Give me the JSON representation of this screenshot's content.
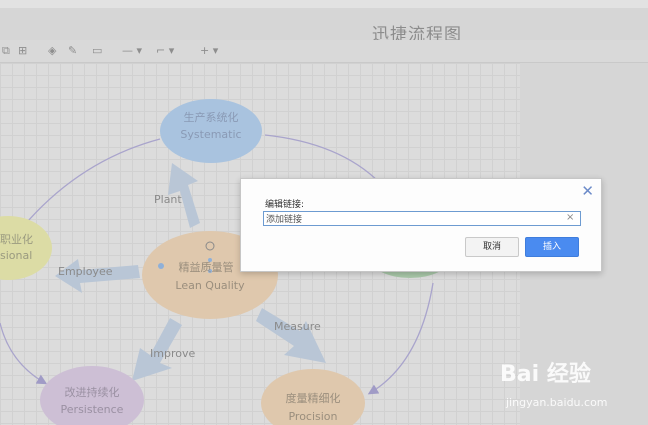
{
  "app": {
    "title": "迅捷流程图"
  },
  "diagram": {
    "nodes": [
      {
        "id": "systematic",
        "cn": "生产系统化",
        "en": "Systematic",
        "color": "#a9c3df"
      },
      {
        "id": "professional",
        "cn": "职业化",
        "en": "sional",
        "color": "#dcdca5"
      },
      {
        "id": "lean",
        "cn": "精益质量管",
        "en": "Lean Quality",
        "color": "#dfc8ad"
      },
      {
        "id": "persistence",
        "cn": "改进持续化",
        "en": "Persistence",
        "color": "#cdbfd5"
      },
      {
        "id": "precision",
        "cn": "度量精细化",
        "en": "Procision",
        "color": "#dfc8ad"
      }
    ],
    "arrows": {
      "plant": "Plant",
      "employee": "Employee",
      "measure": "Measure",
      "improve": "Improve"
    }
  },
  "dialog": {
    "label": "编辑链接:",
    "input_value": "添加链接",
    "clear_icon": "×",
    "close_icon": "✕",
    "cancel_label": "取消",
    "insert_label": "插入"
  },
  "watermark": {
    "main": "Bai 经验",
    "sub": "jingyan.baidu.com"
  },
  "colors": {
    "accent": "#4a8bf0",
    "close": "#6c8bc9"
  }
}
